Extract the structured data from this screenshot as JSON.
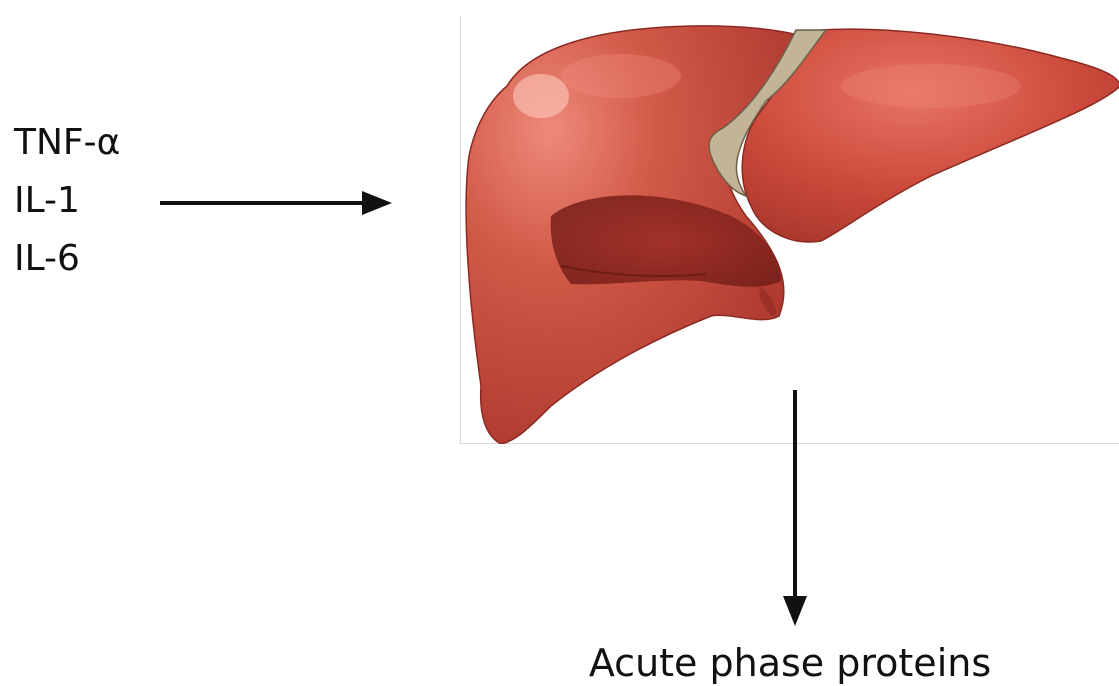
{
  "inputs": {
    "cytokines": [
      "TNF-α",
      "IL-1",
      "IL-6"
    ]
  },
  "organ": {
    "icon": "liver-illustration"
  },
  "output": {
    "label": "Acute phase proteins"
  },
  "colors": {
    "text": "#111111",
    "arrow": "#111111",
    "liver_main": "#c9473a",
    "liver_dark": "#8f2a22",
    "liver_highlight": "#e57060",
    "ligament": "#b8a88a",
    "panel_border": "#d9d9d9"
  }
}
